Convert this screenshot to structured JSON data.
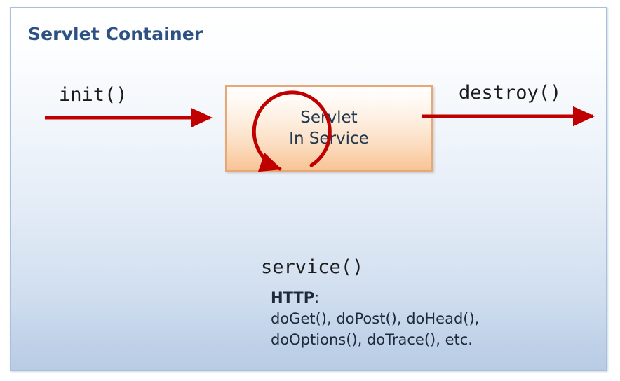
{
  "diagram": {
    "title": "Servlet Container",
    "title_color": "#2d5182",
    "accent_arrow_color": "#c00000",
    "box_border_color": "#e7a878",
    "panel_border_color": "#a8c0dd",
    "box": {
      "line1": "Servlet",
      "line2": "In Service"
    },
    "labels": {
      "init": "init()",
      "destroy": "destroy()",
      "service": "service()"
    },
    "note": {
      "heading_keyword": "HTTP",
      "heading_colon": ":",
      "line1": "doGet(), doPost(), doHead(),",
      "line2": "doOptions(), doTrace(), etc."
    }
  }
}
